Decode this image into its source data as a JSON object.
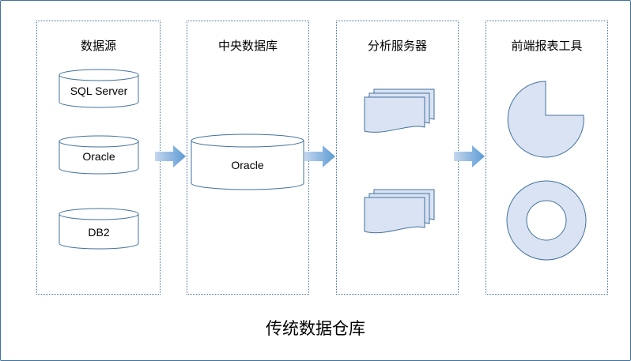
{
  "caption": "传统数据仓库",
  "columns": [
    {
      "title": "数据源",
      "items": [
        "SQL Server",
        "Oracle",
        "DB2"
      ]
    },
    {
      "title": "中央数据库",
      "items": [
        "Oracle"
      ]
    },
    {
      "title": "分析服务器",
      "items": []
    },
    {
      "title": "前端报表工具",
      "items": []
    }
  ],
  "colors": {
    "border": "#41719C",
    "shape_fill": "#DAE3F3",
    "arrow": "#5B9BD5"
  },
  "icons": [
    "cylinder-icon",
    "document-stack-icon",
    "pie-chart-icon",
    "donut-chart-icon",
    "flow-arrow-icon"
  ]
}
